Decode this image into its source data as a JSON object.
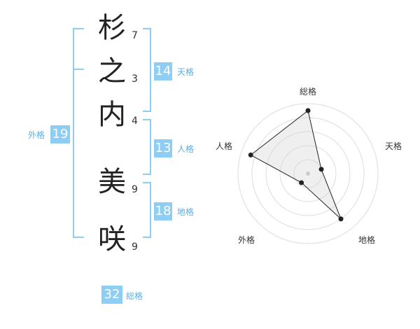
{
  "name": {
    "characters": [
      {
        "char": "杉",
        "strokes": "7"
      },
      {
        "char": "之",
        "strokes": "3"
      },
      {
        "char": "内",
        "strokes": "4"
      },
      {
        "char": "美",
        "strokes": "9"
      },
      {
        "char": "咲",
        "strokes": "9"
      }
    ]
  },
  "kakusu": {
    "tenkaku": {
      "value": "14",
      "label": "天格"
    },
    "jinkaku": {
      "value": "13",
      "label": "人格"
    },
    "chikaku": {
      "value": "18",
      "label": "地格"
    },
    "gaikaku": {
      "value": "19",
      "label": "外格"
    },
    "soukaku": {
      "value": "32",
      "label": "総格"
    }
  },
  "colors": {
    "accent": "#8ecdf4",
    "accent_text": "#5aafe6",
    "text": "#222222"
  },
  "radar": {
    "axes": [
      "総格",
      "天格",
      "地格",
      "外格",
      "人格"
    ],
    "levels": 5,
    "values": [
      4.5,
      1.0,
      4.0,
      0.8,
      4.3
    ],
    "max": 5
  }
}
